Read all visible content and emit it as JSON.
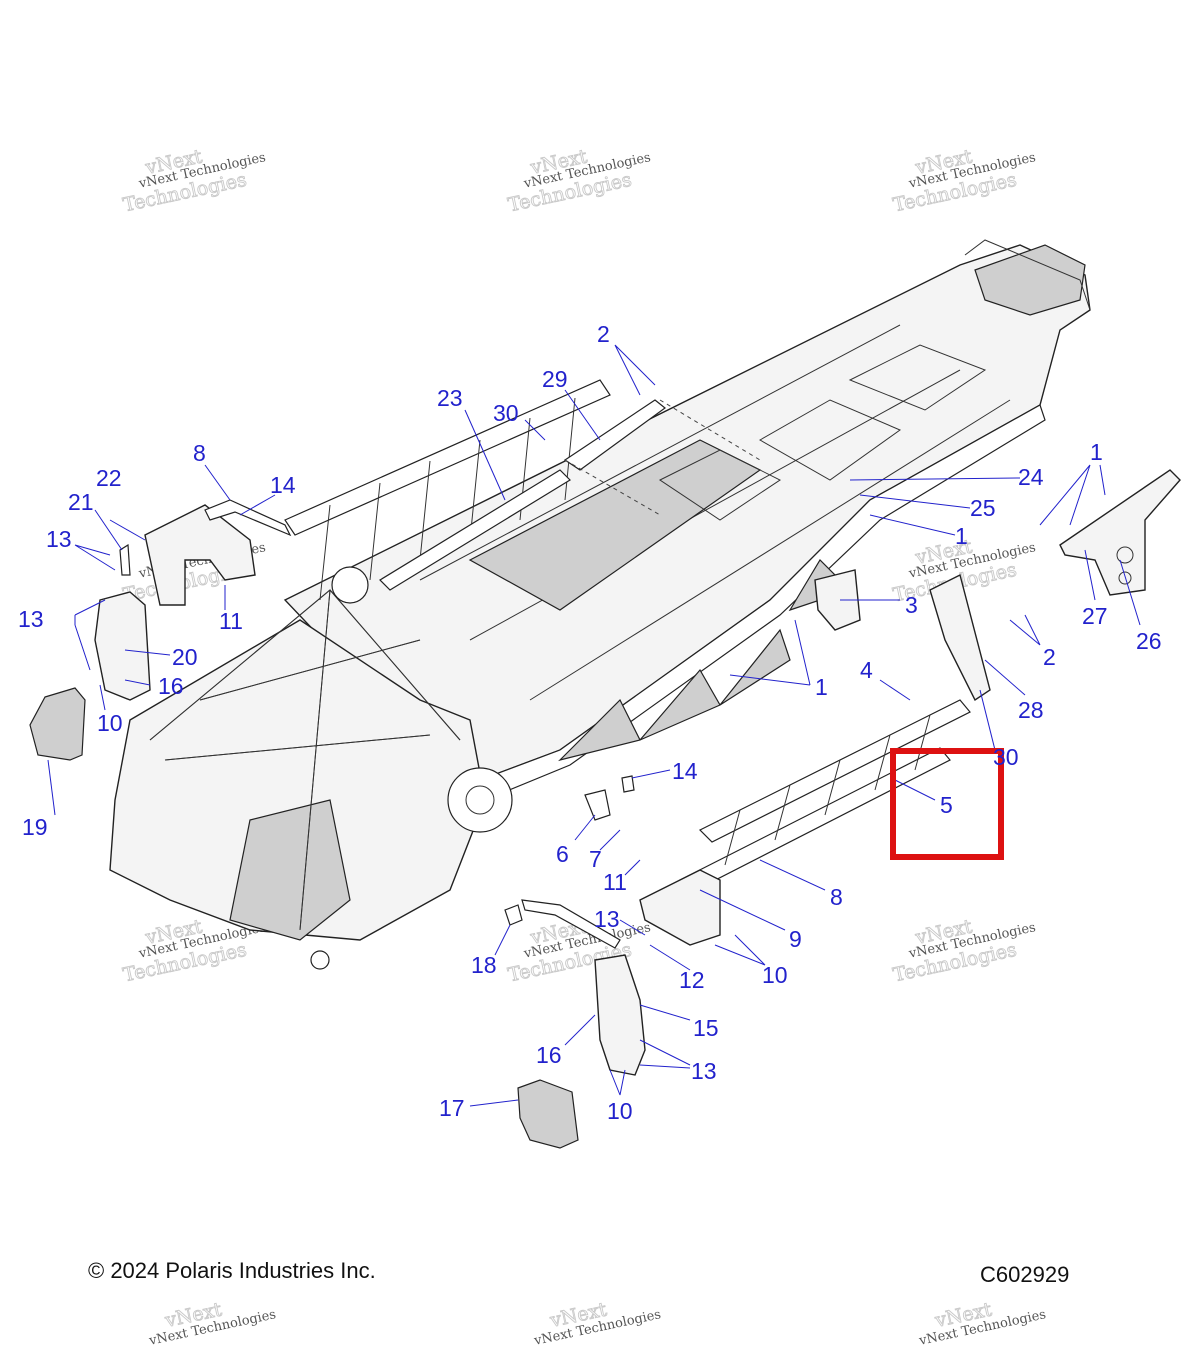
{
  "footer": {
    "copyright": "© 2024 Polaris Industries Inc.",
    "drawing_code": "C602929"
  },
  "watermark": {
    "line1": "vNext Technologies",
    "line2": "Technologies",
    "line3": "vNext"
  },
  "callouts": [
    {
      "id": "c2a",
      "label": "2"
    },
    {
      "id": "c29",
      "label": "29"
    },
    {
      "id": "c23",
      "label": "23"
    },
    {
      "id": "c30a",
      "label": "30"
    },
    {
      "id": "c8a",
      "label": "8"
    },
    {
      "id": "c14a",
      "label": "14"
    },
    {
      "id": "c22",
      "label": "22"
    },
    {
      "id": "c21",
      "label": "21"
    },
    {
      "id": "c13a",
      "label": "13"
    },
    {
      "id": "c11a",
      "label": "11"
    },
    {
      "id": "c13b",
      "label": "13"
    },
    {
      "id": "c20",
      "label": "20"
    },
    {
      "id": "c16a",
      "label": "16"
    },
    {
      "id": "c10a",
      "label": "10"
    },
    {
      "id": "c19",
      "label": "19"
    },
    {
      "id": "c24",
      "label": "24"
    },
    {
      "id": "c25",
      "label": "25"
    },
    {
      "id": "c1a",
      "label": "1"
    },
    {
      "id": "c1b",
      "label": "1"
    },
    {
      "id": "c3",
      "label": "3"
    },
    {
      "id": "c1c",
      "label": "1"
    },
    {
      "id": "c27",
      "label": "27"
    },
    {
      "id": "c26",
      "label": "26"
    },
    {
      "id": "c2b",
      "label": "2"
    },
    {
      "id": "c4",
      "label": "4"
    },
    {
      "id": "c28",
      "label": "28"
    },
    {
      "id": "c30b",
      "label": "30"
    },
    {
      "id": "c5",
      "label": "5"
    },
    {
      "id": "c14b",
      "label": "14"
    },
    {
      "id": "c6",
      "label": "6"
    },
    {
      "id": "c7",
      "label": "7"
    },
    {
      "id": "c11b",
      "label": "11"
    },
    {
      "id": "c8b",
      "label": "8"
    },
    {
      "id": "c9",
      "label": "9"
    },
    {
      "id": "c13c",
      "label": "13"
    },
    {
      "id": "c12",
      "label": "12"
    },
    {
      "id": "c10b",
      "label": "10"
    },
    {
      "id": "c18",
      "label": "18"
    },
    {
      "id": "c15",
      "label": "15"
    },
    {
      "id": "c16b",
      "label": "16"
    },
    {
      "id": "c13d",
      "label": "13"
    },
    {
      "id": "c17",
      "label": "17"
    },
    {
      "id": "c10c",
      "label": "10"
    }
  ],
  "highlight": {
    "color": "#dd1111",
    "target": "5"
  },
  "colors": {
    "callout": "#2222cc",
    "line": "#222222"
  }
}
